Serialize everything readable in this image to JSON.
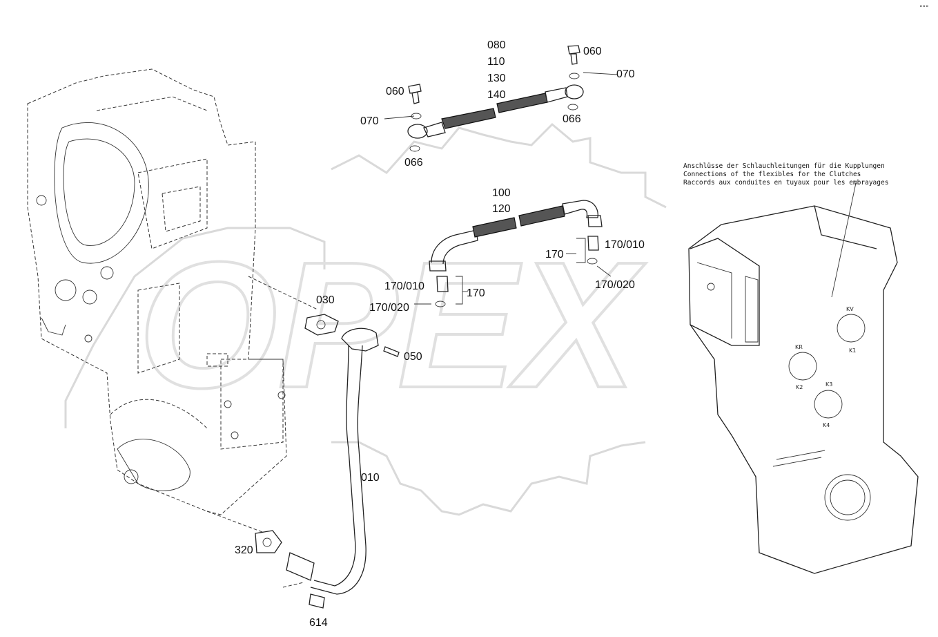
{
  "diagram": {
    "callouts": {
      "c080": "080",
      "c110": "110",
      "c130": "130",
      "c140": "140",
      "c060_left": "060",
      "c060_right": "060",
      "c070_left": "070",
      "c070_right": "070",
      "c066_left": "066",
      "c066_right": "066",
      "c100": "100",
      "c120": "120",
      "c170_right": "170",
      "c170_010_right": "170/010",
      "c170_020_right": "170/020",
      "c170_010_left": "170/010",
      "c170_020_left": "170/020",
      "c170_left": "170",
      "c030": "030",
      "c050": "050",
      "c010": "010",
      "c320": "320",
      "c614": "614"
    },
    "note": {
      "line_de": "Anschlüsse der Schlauchleitungen für die Kupplungen",
      "line_en": "Connections of the flexibles for the Clutches",
      "line_fr": "Raccords aux conduites en tuyaux pour les embrayages"
    },
    "port_labels": {
      "kv": "KV",
      "k1": "K1",
      "kr": "KR",
      "k2": "K2",
      "k3": "K3",
      "k4": "K4"
    },
    "corner_mark": "°°°"
  }
}
